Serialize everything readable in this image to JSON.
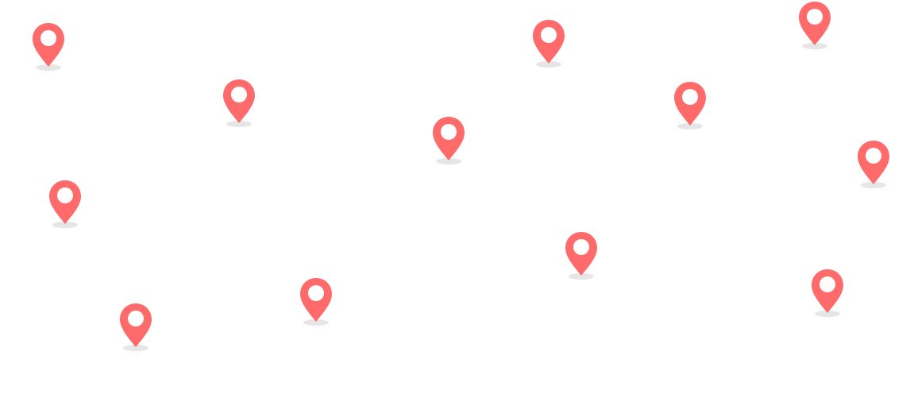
{
  "map": {
    "pin_icon": "map-marker-icon",
    "pin_color": "#FF6B6B",
    "pin_inner_color": "#FFFFFF",
    "shadow_color": "#E6E6E6",
    "markers": [
      {
        "name": "marker-1"
      },
      {
        "name": "marker-2"
      },
      {
        "name": "marker-3"
      },
      {
        "name": "marker-4"
      },
      {
        "name": "marker-5"
      },
      {
        "name": "marker-6"
      },
      {
        "name": "marker-7"
      },
      {
        "name": "marker-8"
      },
      {
        "name": "marker-9"
      },
      {
        "name": "marker-10"
      },
      {
        "name": "marker-11"
      },
      {
        "name": "marker-12"
      },
      {
        "name": "marker-13"
      }
    ]
  }
}
